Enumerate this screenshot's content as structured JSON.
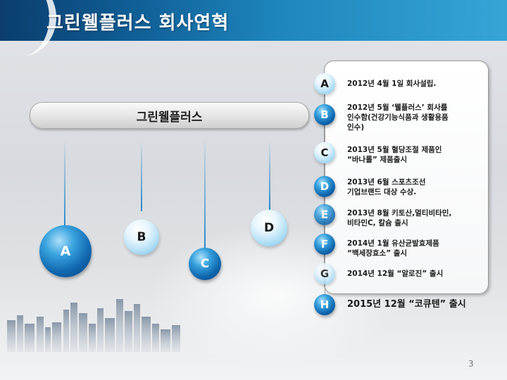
{
  "title": "그린웰플러스 회사연혁",
  "company": "그린웰플러스",
  "balls": [
    "A",
    "B",
    "C",
    "D"
  ],
  "timeline": [
    {
      "letter": "A",
      "lines": [
        "2012년 4월 1일 회사설립."
      ]
    },
    {
      "letter": "B",
      "lines": [
        "2012년 5월  ‘웰플러스’  회사를",
        "인수함(건강기능식품과 생활용품",
        "인수)"
      ]
    },
    {
      "letter": "C",
      "lines": [
        "2013년 5월  혈당조절 제품인",
        "  “바나롤”  제품출시"
      ]
    },
    {
      "letter": "D",
      "lines": [
        "2013년 6월  스포츠조선",
        "기업브랜드 대상 수상."
      ]
    },
    {
      "letter": "E",
      "lines": [
        "2013년 8월 키토산,멀티비타민,",
        "비타민C, 칼슘 출시"
      ]
    },
    {
      "letter": "F",
      "lines": [
        "2014년 1월  유산균발효제품",
        "  “백세장효소”  출시"
      ]
    },
    {
      "letter": "G",
      "lines": [
        "2014년 12월  “알로진”  출시"
      ]
    },
    {
      "letter": "H",
      "lines": [
        "2015년 12월 “코큐텐” 출시"
      ]
    }
  ],
  "page_number": "3"
}
